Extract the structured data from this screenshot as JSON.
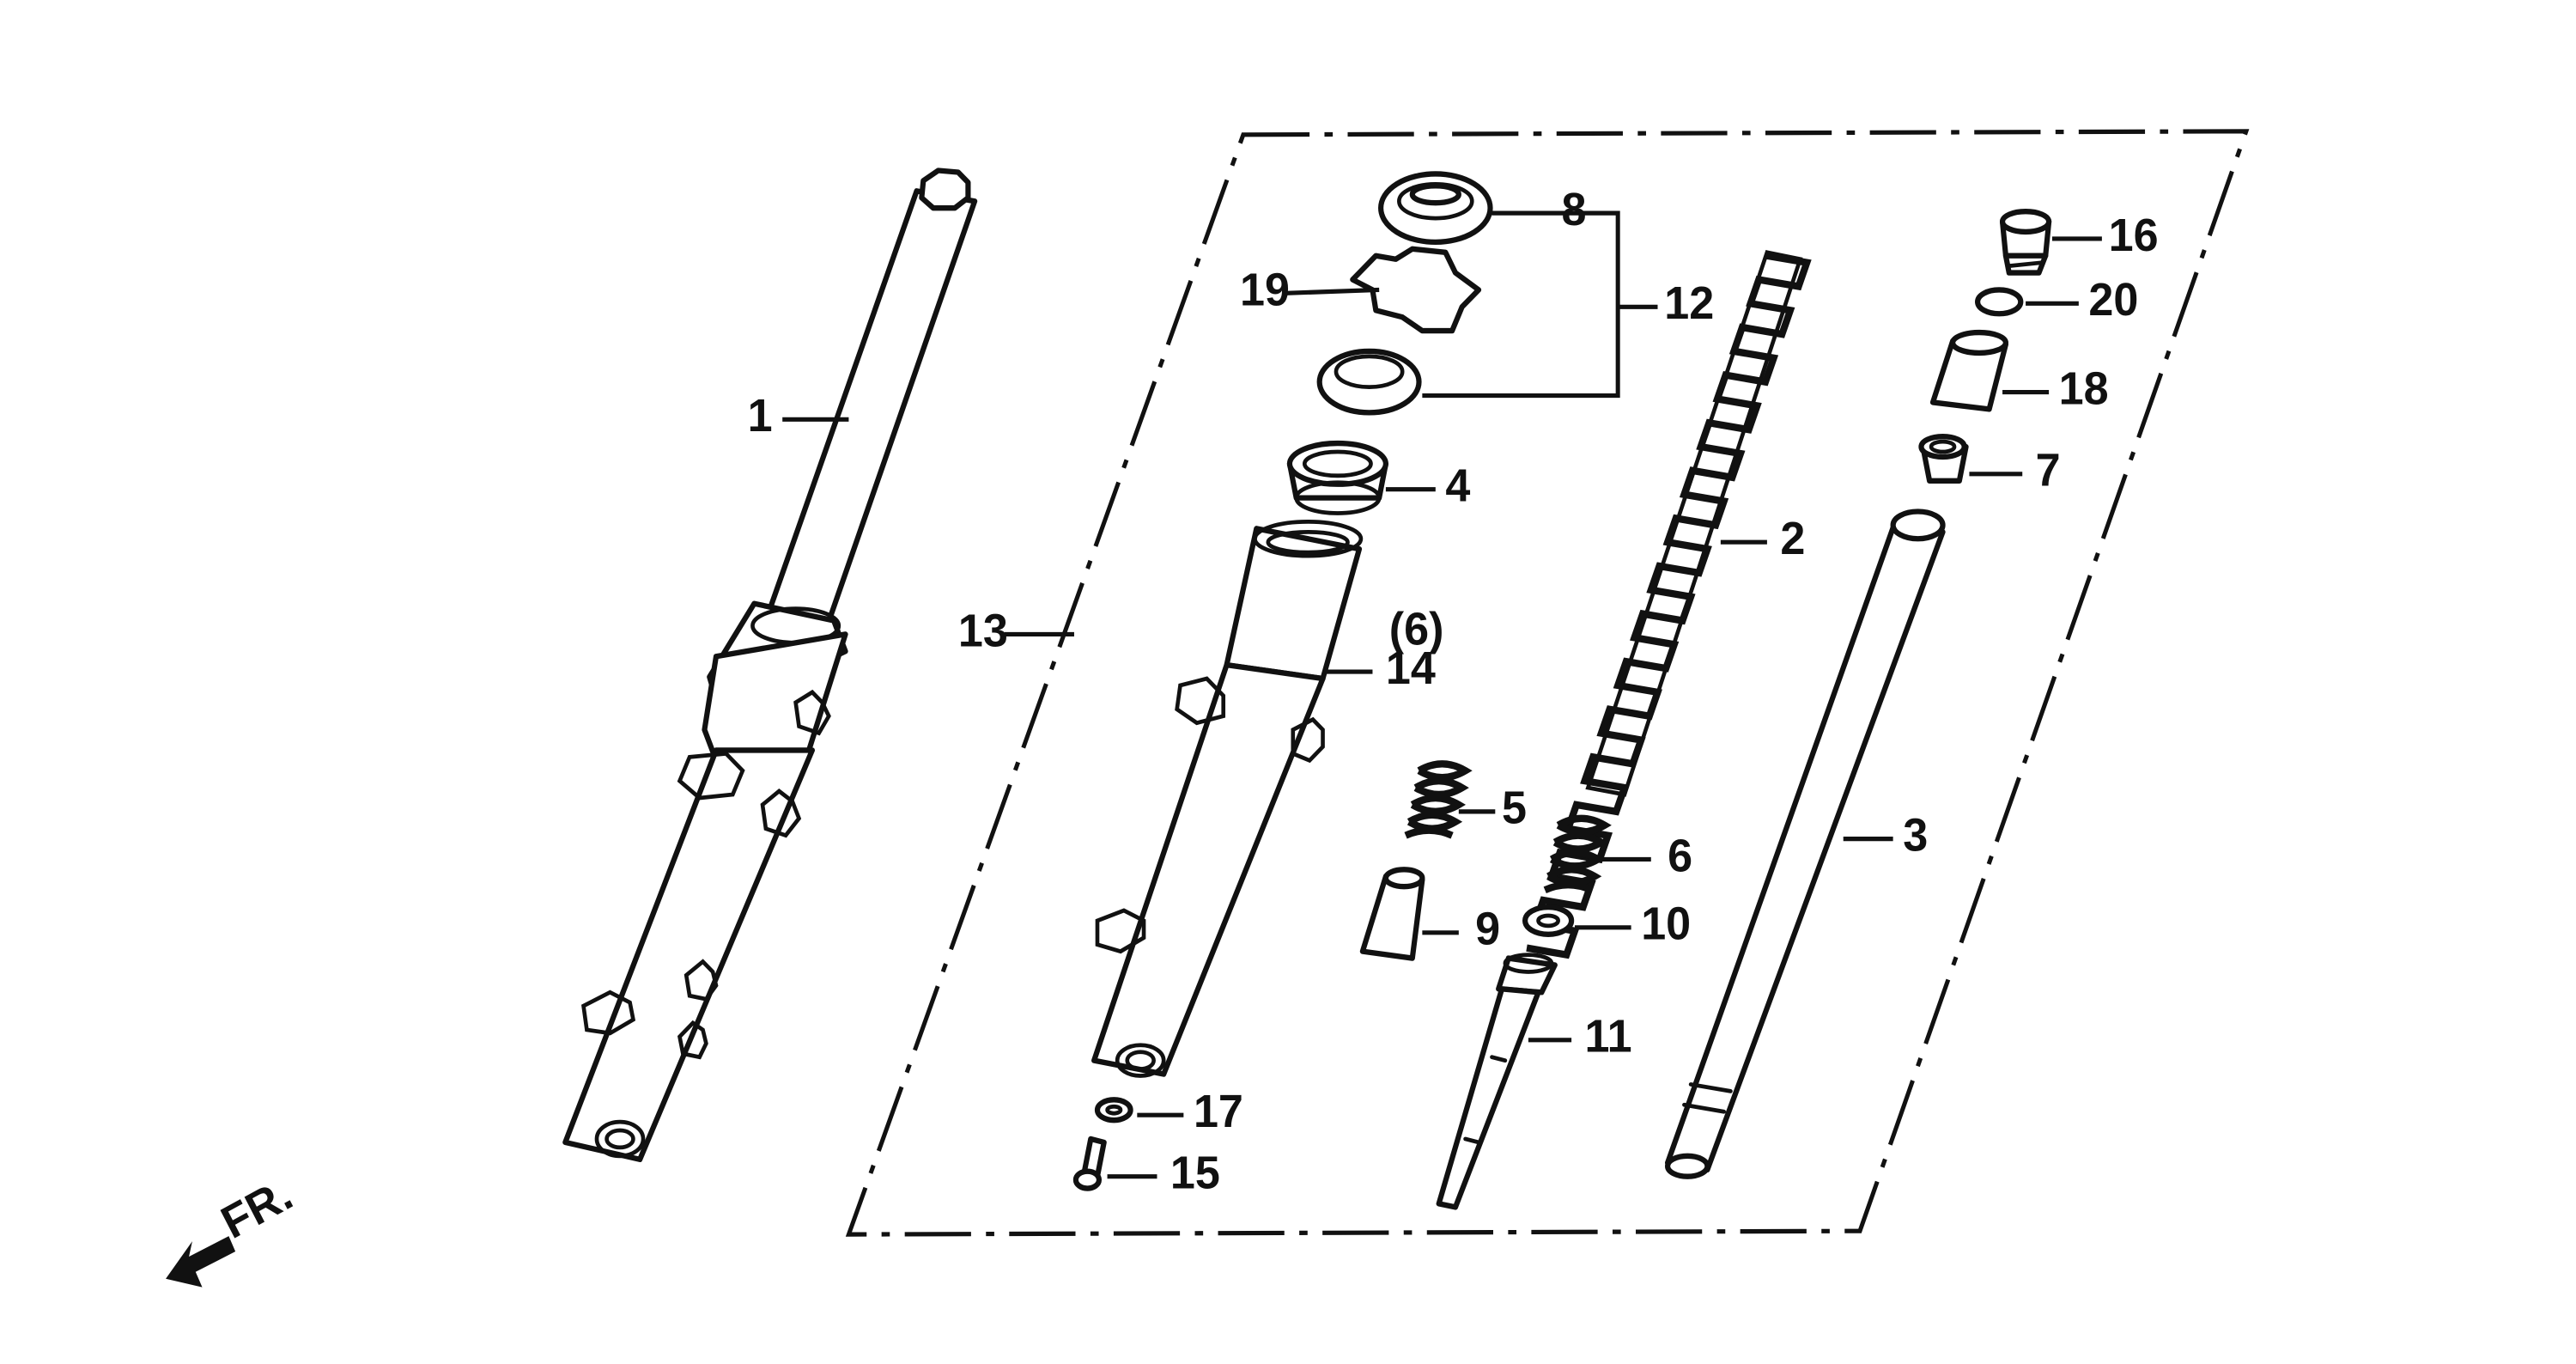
{
  "callouts": {
    "c1": "1",
    "c2": "2",
    "c3": "3",
    "c4": "4",
    "c5": "5",
    "c6": "6",
    "c6b": "(6)",
    "c7": "7",
    "c8": "8",
    "c9": "9",
    "c10": "10",
    "c11": "11",
    "c12": "12",
    "c13": "13",
    "c14": "14",
    "c15": "15",
    "c16": "16",
    "c17": "17",
    "c18": "18",
    "c19": "19",
    "c20": "20"
  },
  "direction_label": "FR."
}
